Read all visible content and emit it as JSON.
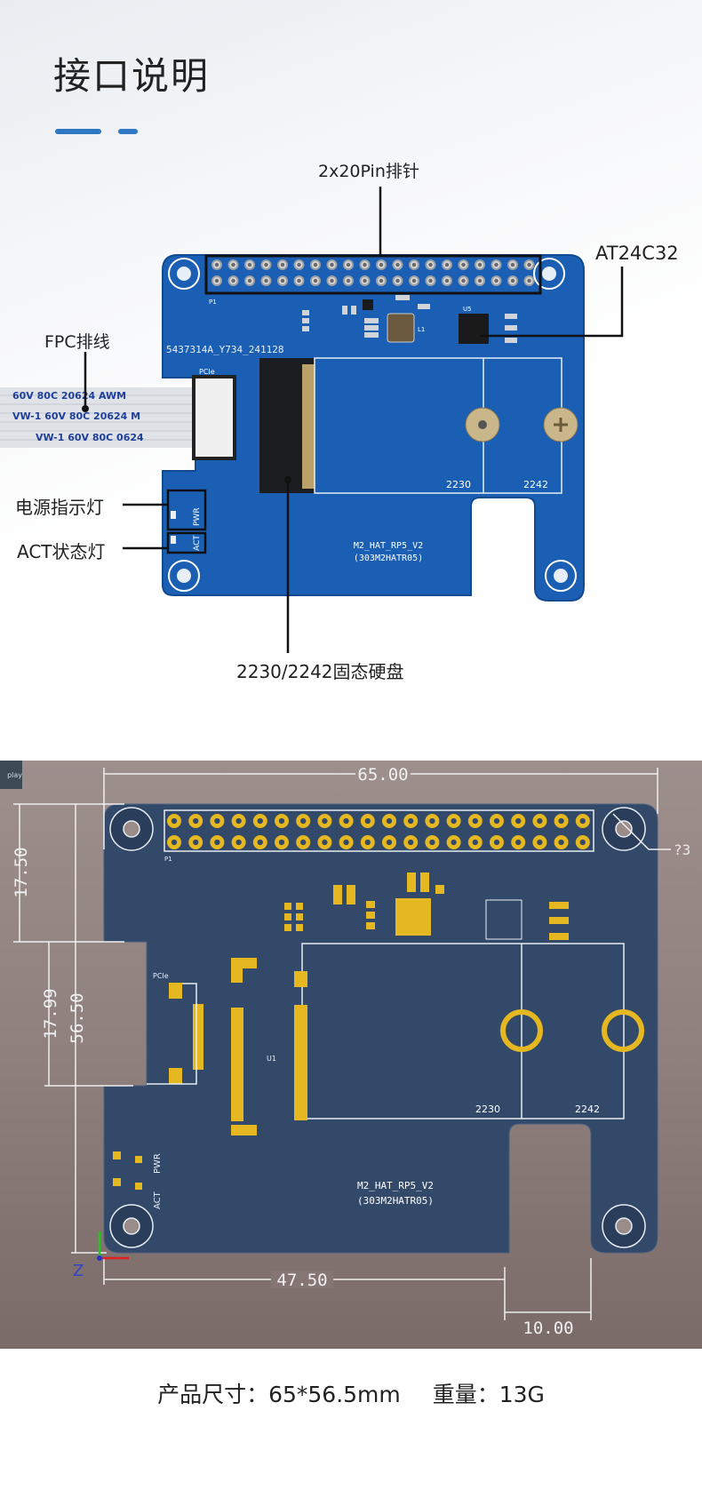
{
  "title": "接口说明",
  "accent_color": "#2f78c4",
  "labels": {
    "header_pins": "2x20Pin排针",
    "eeprom": "AT24C32",
    "fpc": "FPC排线",
    "power_led": "电源指示灯",
    "act_led": "ACT状态灯",
    "ssd": "2230/2242固态硬盘"
  },
  "board_silkscreen": {
    "serial": "5437314A_Y734_241128",
    "pcie": "PCIe",
    "p1": "P1",
    "size_2230": "2230",
    "size_2242": "2242",
    "model": "M2_HAT_RP5_V2",
    "model_code": "(303M2HATR05)",
    "pwr": "PWR",
    "act": "ACT",
    "u5": "U5",
    "l1": "L1",
    "u1": "U1"
  },
  "cable_print": [
    "60V  80C  20624  AWM",
    "VW-1  60V  80C  20624  M",
    "VW-1  60V  80C  0624"
  ],
  "drawing": {
    "play_button": "play",
    "dim_width": "65.00",
    "dim_top": "17.50",
    "dim_notch": "17.99",
    "dim_height": "56.50",
    "dim_offset": "47.50",
    "dim_cutout": "10.00",
    "hole_note": "?3",
    "axis_z": "Z"
  },
  "footer": {
    "size": "产品尺寸：65*56.5mm",
    "weight": "重量：13G"
  }
}
